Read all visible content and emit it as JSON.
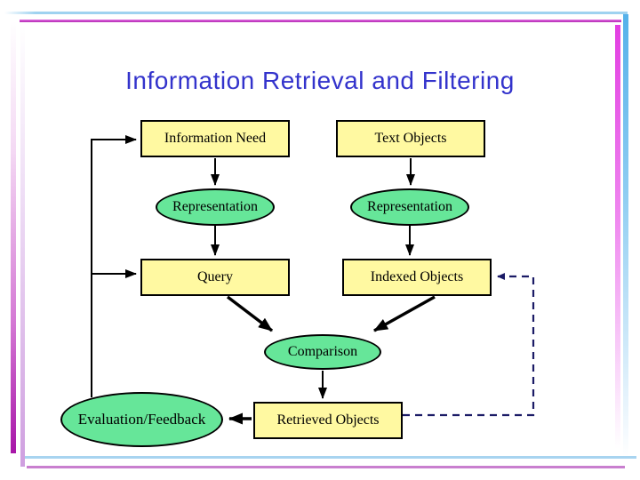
{
  "slide": {
    "title": "Information Retrieval and Filtering"
  },
  "colors": {
    "title_text": "#3333cc",
    "box_fill": "#fff9a1",
    "ellipse_fill": "#66e699",
    "node_border": "#000000",
    "arrow": "#000000",
    "dashed_arrow": "#1b1b66",
    "frame_blue": "#9fd2f0",
    "frame_magenta": "#cc3fcc",
    "frame_purple": "#a816a8",
    "frame_lavender": "#cf9fe0"
  },
  "nodes": {
    "information_need": {
      "label": "Information Need",
      "shape": "rectangle"
    },
    "text_objects": {
      "label": "Text Objects",
      "shape": "rectangle"
    },
    "representation_left": {
      "label": "Representation",
      "shape": "ellipse"
    },
    "representation_right": {
      "label": "Representation",
      "shape": "ellipse"
    },
    "query": {
      "label": "Query",
      "shape": "rectangle"
    },
    "indexed_objects": {
      "label": "Indexed Objects",
      "shape": "rectangle"
    },
    "comparison": {
      "label": "Comparison",
      "shape": "ellipse"
    },
    "retrieved_objects": {
      "label": "Retrieved Objects",
      "shape": "rectangle"
    },
    "evaluation_feedback": {
      "label": "Evaluation/Feedback",
      "shape": "ellipse"
    }
  },
  "edges": [
    {
      "from": "information_need",
      "to": "representation_left",
      "style": "solid"
    },
    {
      "from": "text_objects",
      "to": "representation_right",
      "style": "solid"
    },
    {
      "from": "representation_left",
      "to": "query",
      "style": "solid"
    },
    {
      "from": "representation_right",
      "to": "indexed_objects",
      "style": "solid"
    },
    {
      "from": "query",
      "to": "comparison",
      "style": "solid-thick"
    },
    {
      "from": "indexed_objects",
      "to": "comparison",
      "style": "solid-thick"
    },
    {
      "from": "comparison",
      "to": "retrieved_objects",
      "style": "solid"
    },
    {
      "from": "retrieved_objects",
      "to": "evaluation_feedback",
      "style": "solid-thick"
    },
    {
      "from": "evaluation_feedback",
      "to": "information_need",
      "style": "solid-loop"
    },
    {
      "from": "evaluation_feedback",
      "to": "query",
      "style": "solid-loop"
    },
    {
      "from": "retrieved_objects",
      "to": "indexed_objects",
      "style": "dashed"
    }
  ]
}
